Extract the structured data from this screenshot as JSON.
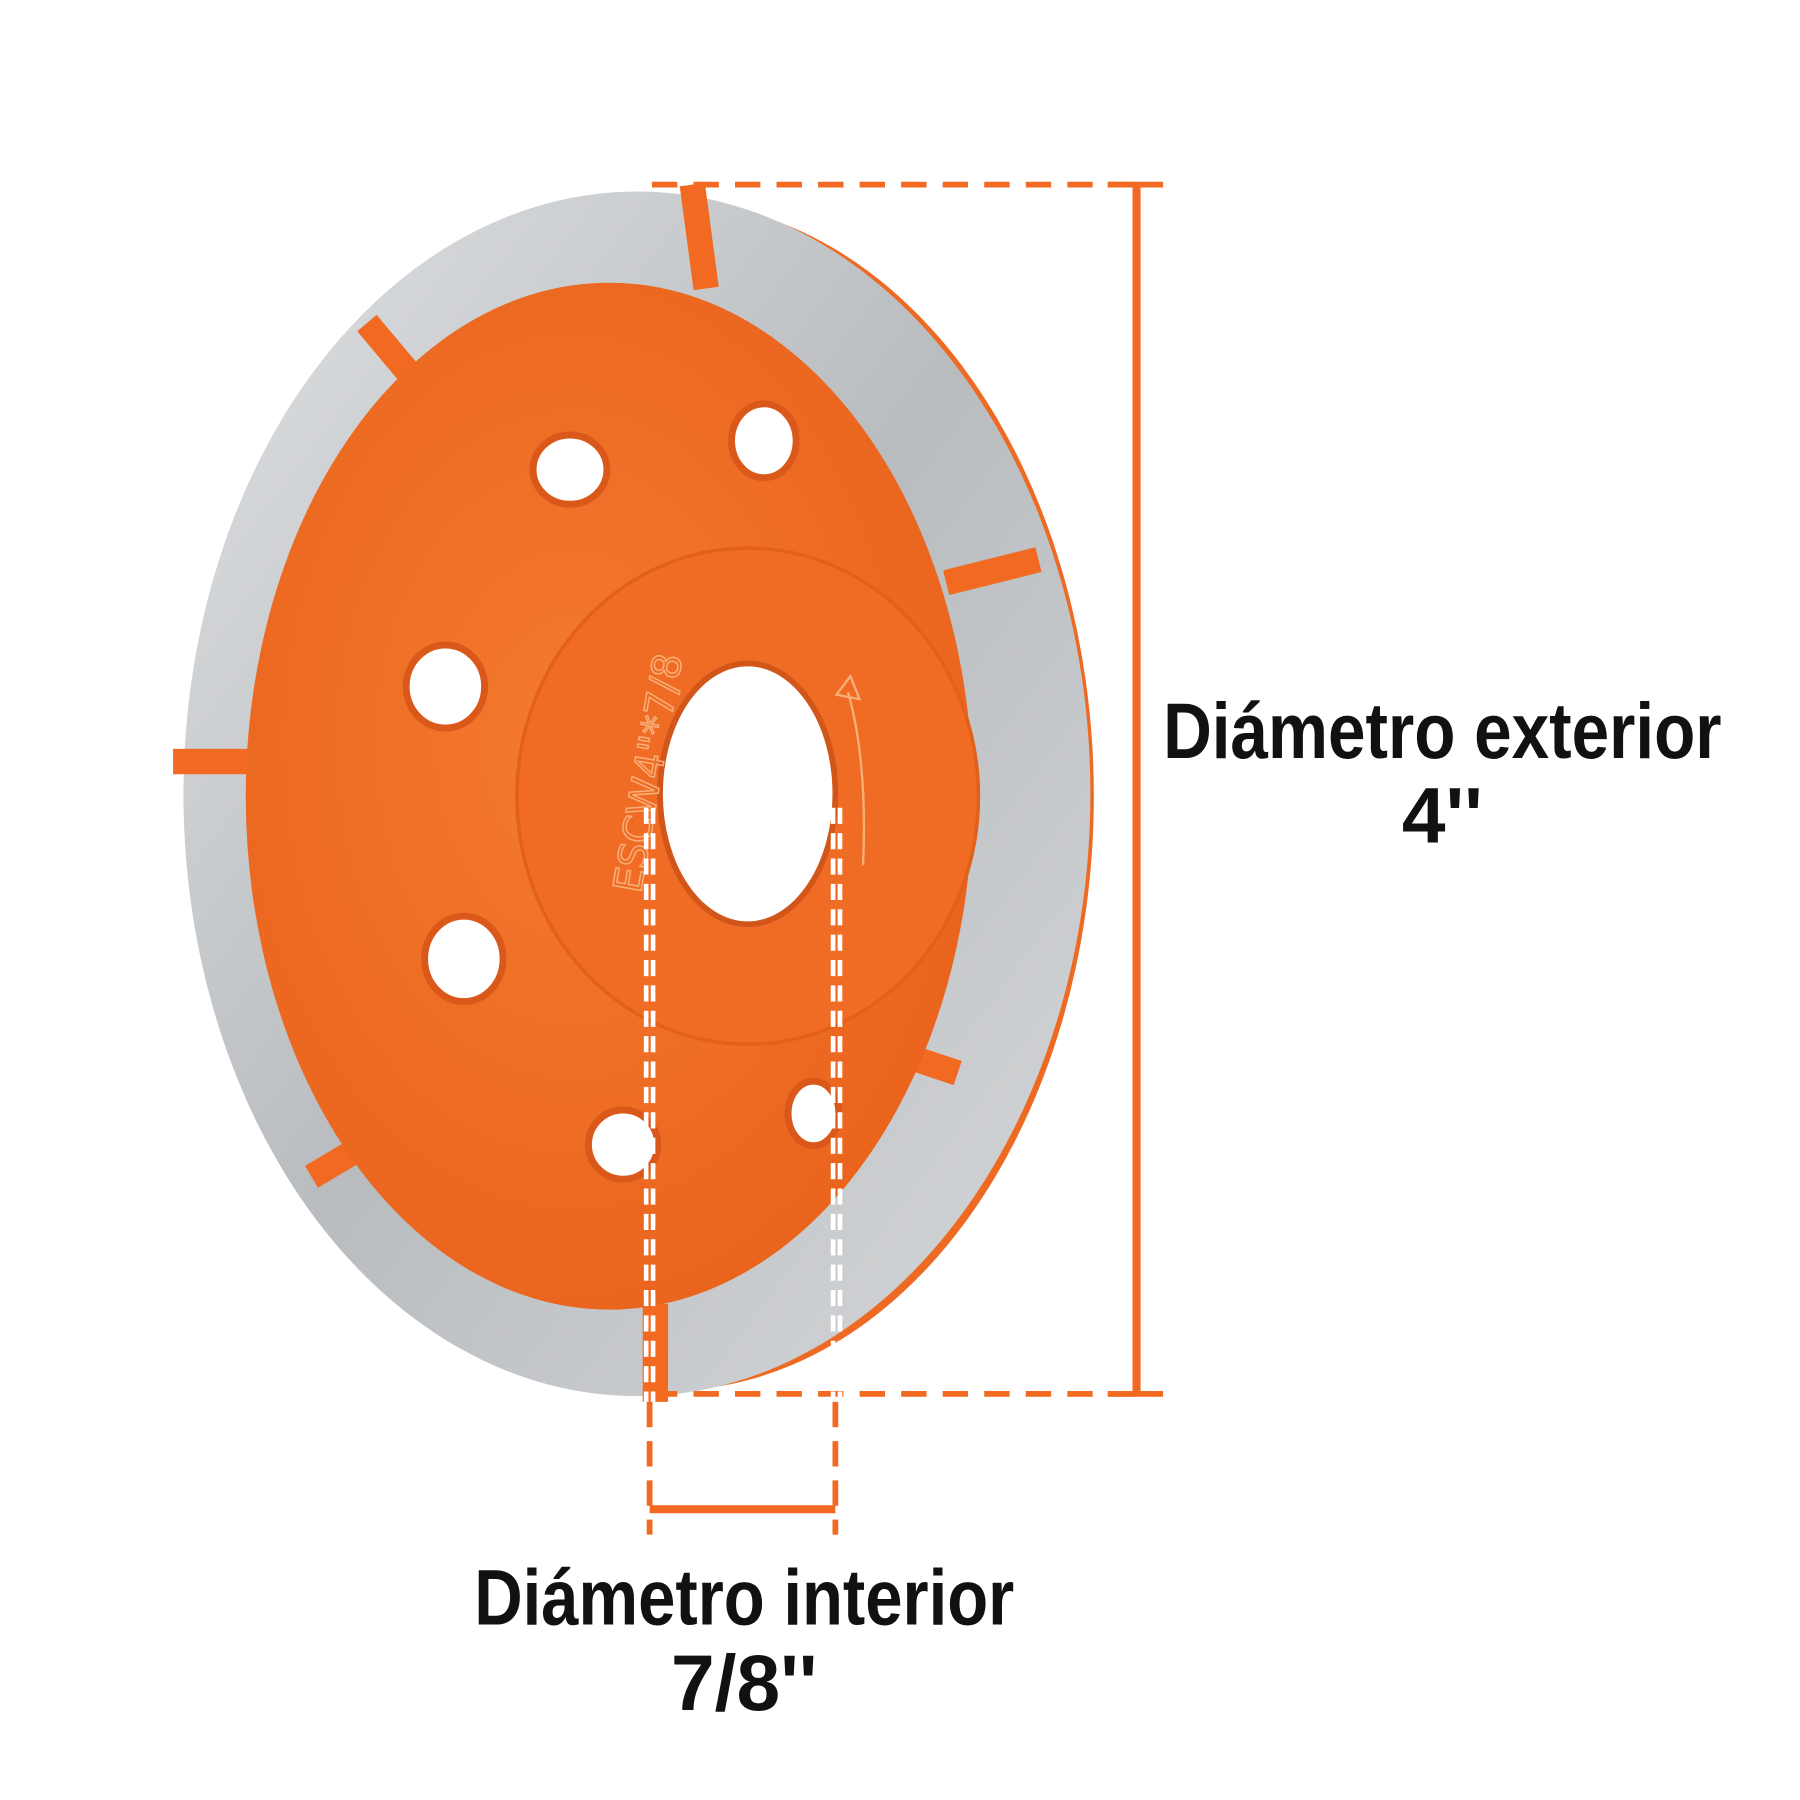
{
  "product": {
    "stamp_text": "ESCW4\"*7/8",
    "colors": {
      "accent": "#f26a21",
      "segment": "#c9cccf",
      "text": "#111111",
      "background": "#ffffff"
    }
  },
  "dimensions": {
    "outer": {
      "label": "Diámetro exterior",
      "value": "4''"
    },
    "inner": {
      "label": "Diámetro interior",
      "value": "7/8''"
    }
  },
  "icons": [
    "rotation-arrow-icon"
  ]
}
